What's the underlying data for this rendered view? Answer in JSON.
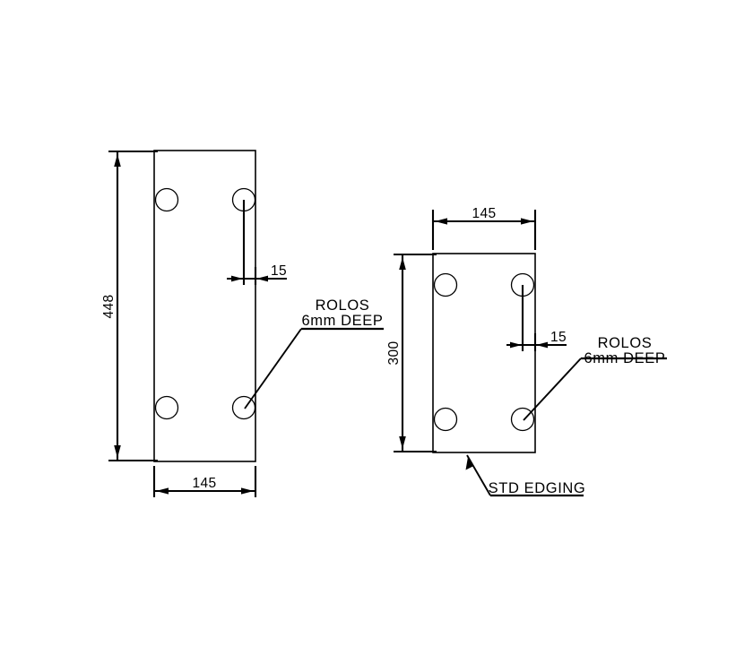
{
  "drawing": {
    "title": "Panel Component Technical Drawing",
    "background_color": "#ffffff",
    "line_color": "#000000",
    "units_note": "mm",
    "parts": [
      {
        "id": "left-part",
        "name": "tall-panel",
        "width_label": "145",
        "height_label": "448",
        "hole_offset_label": "15",
        "hole_count": 4,
        "notes": [
          {
            "id": "rolos-note",
            "line1": "ROLOS",
            "line2": "6mm DEEP"
          }
        ]
      },
      {
        "id": "right-part",
        "name": "short-panel",
        "width_label": "145",
        "height_label": "300",
        "hole_offset_label": "15",
        "hole_count": 4,
        "notes": [
          {
            "id": "rolos-note",
            "line1": "ROLOS",
            "line2": "6mm DEEP"
          },
          {
            "id": "edging-note",
            "line1": "STD EDGING"
          }
        ]
      }
    ]
  },
  "labels": {
    "left_height": "448",
    "left_width": "145",
    "left_hole_offset": "15",
    "left_note_line1": "ROLOS",
    "left_note_line2": "6mm DEEP",
    "right_width": "145",
    "right_height": "300",
    "right_hole_offset": "15",
    "right_note_line1": "ROLOS",
    "right_note_line2": "6mm DEEP",
    "right_edging_note": "STD EDGING"
  }
}
